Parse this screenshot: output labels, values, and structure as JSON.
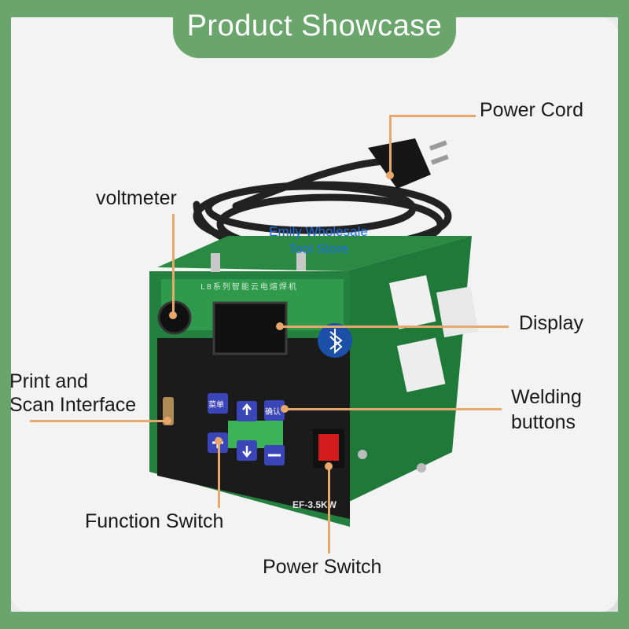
{
  "header": {
    "title": "Product Showcase"
  },
  "watermark": {
    "line1": "Emily Wholesale",
    "line2": "Tool Store"
  },
  "labels": {
    "power_cord": "Power Cord",
    "voltmeter": "voltmeter",
    "display": "Display",
    "print_scan_line1": "Print and",
    "print_scan_line2": "Scan Interface",
    "welding_line1": "Welding",
    "welding_line2": "buttons",
    "function_switch": "Function Switch",
    "power_switch": "Power Switch"
  },
  "machine": {
    "panel_text": "L8系列智能云电熔焊机",
    "model_text": "EF-3.5KW",
    "button_menu": "菜单",
    "button_confirm": "确认"
  },
  "colors": {
    "brand_green": "#6aa56b",
    "machine_green": "#1f7a3a",
    "leader": "#e8a86b"
  }
}
